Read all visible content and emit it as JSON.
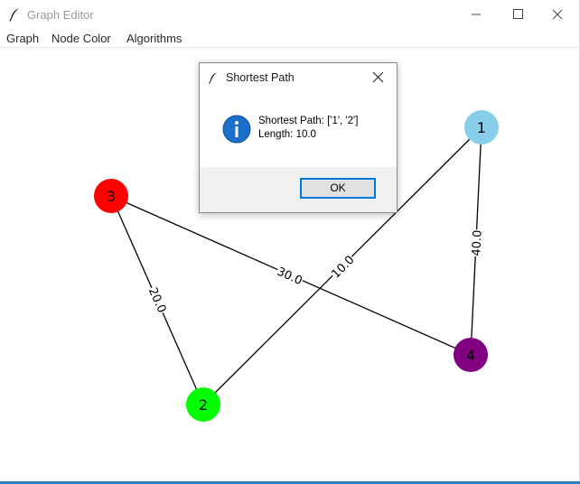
{
  "window": {
    "title": "Graph Editor",
    "app_icon": "feather-icon"
  },
  "window_controls": [
    "minimize-icon",
    "maximize-icon",
    "close-icon"
  ],
  "menu": {
    "items": [
      "Graph",
      "Node Color",
      "Algorithms"
    ]
  },
  "graph": {
    "nodes": [
      {
        "id": "1",
        "label": "1",
        "color": "#87ceeb"
      },
      {
        "id": "2",
        "label": "2",
        "color": "#00ff00"
      },
      {
        "id": "3",
        "label": "3",
        "color": "#ff0000"
      },
      {
        "id": "4",
        "label": "4",
        "color": "#800080"
      }
    ],
    "edges": [
      {
        "from": "1",
        "to": "2",
        "weight": "10.0"
      },
      {
        "from": "1",
        "to": "4",
        "weight": "40.0"
      },
      {
        "from": "3",
        "to": "2",
        "weight": "20.0"
      },
      {
        "from": "3",
        "to": "4",
        "weight": "30.0"
      }
    ]
  },
  "dialog": {
    "title": "Shortest Path",
    "icon": "info-icon",
    "message_line1": "Shortest Path: ['1', '2']",
    "message_line2": "Length: 10.0",
    "ok_label": "OK",
    "accent_color": "#0078d7"
  }
}
